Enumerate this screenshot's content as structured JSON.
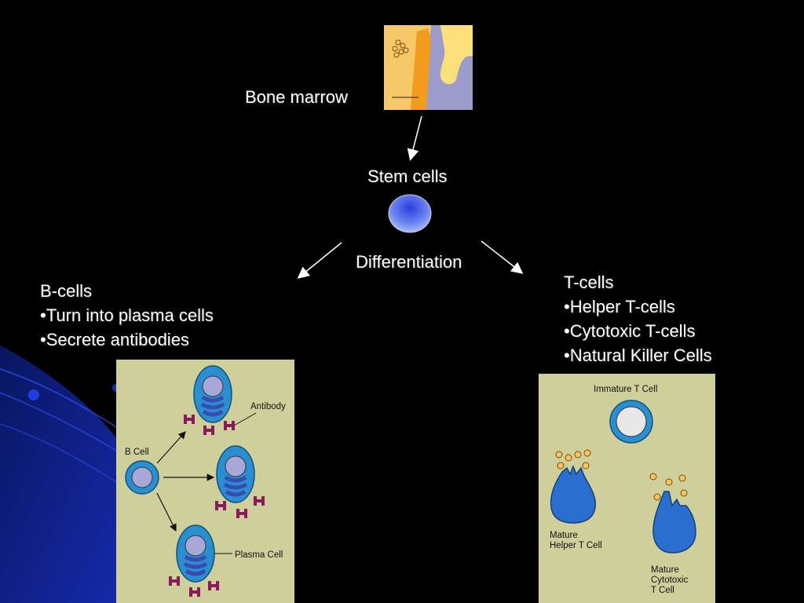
{
  "colors": {
    "background": "#000000",
    "text": "#ffffff",
    "panel_bg": "#cfcf9c",
    "cell_blue": "#2a8fd0",
    "antibody": "#8a1a5e"
  },
  "labels": {
    "bone_marrow": "Bone marrow",
    "stem_cells": "Stem cells",
    "differentiation": "Differentiation"
  },
  "b_cells": {
    "heading": "B-cells",
    "items": [
      "•Turn into plasma cells",
      "•Secrete antibodies"
    ]
  },
  "t_cells": {
    "heading": "T-cells",
    "items": [
      "•Helper T-cells",
      "•Cytotoxic T-cells",
      "•Natural Killer Cells"
    ]
  },
  "b_figure": {
    "b_cell": "B Cell",
    "antibody": "Antibody",
    "plasma_cell": "Plasma Cell"
  },
  "t_figure": {
    "immature": "Immature T Cell",
    "helper_1": "Mature",
    "helper_2": "Helper T Cell",
    "cyto_1": "Mature",
    "cyto_2": "Cytotoxic",
    "cyto_3": "T Cell"
  }
}
